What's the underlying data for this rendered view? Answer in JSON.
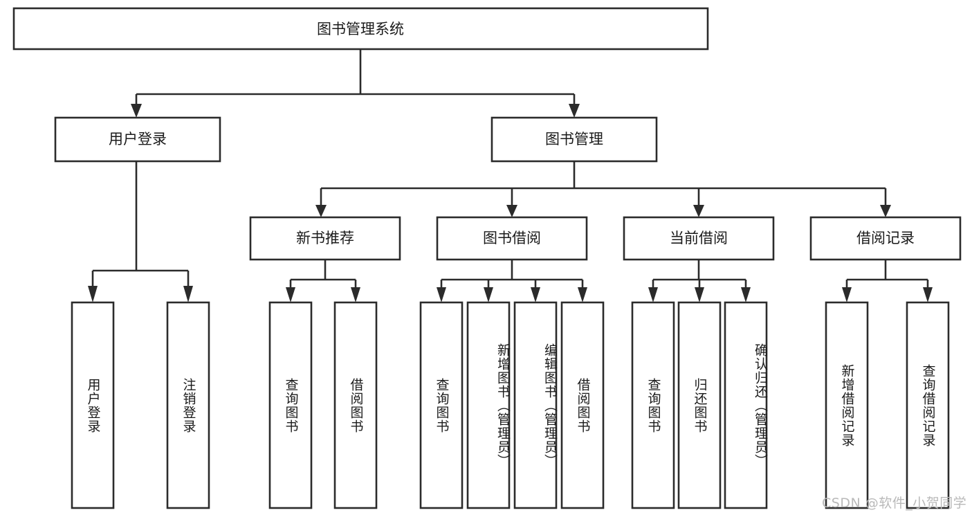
{
  "diagram": {
    "type": "tree-hierarchy",
    "title": "图书管理系统",
    "root": {
      "id": "root",
      "label": "图书管理系统",
      "orientation": "horizontal"
    },
    "level1": [
      {
        "id": "user-login",
        "label": "用户登录",
        "orientation": "horizontal"
      },
      {
        "id": "book-manage",
        "label": "图书管理",
        "orientation": "horizontal"
      }
    ],
    "level2": [
      {
        "id": "new-book-recommend",
        "label": "新书推荐",
        "parent": "book-manage",
        "orientation": "horizontal"
      },
      {
        "id": "book-borrow",
        "label": "图书借阅",
        "parent": "book-manage",
        "orientation": "horizontal"
      },
      {
        "id": "current-borrow",
        "label": "当前借阅",
        "parent": "book-manage",
        "orientation": "horizontal"
      },
      {
        "id": "borrow-record",
        "label": "借阅记录",
        "parent": "book-manage",
        "orientation": "horizontal"
      }
    ],
    "leaves": [
      {
        "id": "leaf-user-login",
        "label": "用户登录",
        "parent": "user-login",
        "orientation": "vertical"
      },
      {
        "id": "leaf-user-logout",
        "label": "注销登录",
        "parent": "user-login",
        "orientation": "vertical"
      },
      {
        "id": "leaf-query-book-1",
        "label": "查询图书",
        "parent": "new-book-recommend",
        "orientation": "vertical"
      },
      {
        "id": "leaf-borrow-book-1",
        "label": "借阅图书",
        "parent": "new-book-recommend",
        "orientation": "vertical"
      },
      {
        "id": "leaf-query-book-2",
        "label": "查询图书",
        "parent": "book-borrow",
        "orientation": "vertical"
      },
      {
        "id": "leaf-add-book",
        "label": "新增图书（管理员）",
        "parent": "book-borrow",
        "orientation": "vertical"
      },
      {
        "id": "leaf-edit-book",
        "label": "编辑图书（管理员）",
        "parent": "book-borrow",
        "orientation": "vertical"
      },
      {
        "id": "leaf-borrow-book-2",
        "label": "借阅图书",
        "parent": "book-borrow",
        "orientation": "vertical"
      },
      {
        "id": "leaf-query-book-3",
        "label": "查询图书",
        "parent": "current-borrow",
        "orientation": "vertical"
      },
      {
        "id": "leaf-return-book",
        "label": "归还图书",
        "parent": "current-borrow",
        "orientation": "vertical"
      },
      {
        "id": "leaf-confirm-return",
        "label": "确认归还（管理员）",
        "parent": "current-borrow",
        "orientation": "vertical"
      },
      {
        "id": "leaf-add-record",
        "label": "新增借阅记录",
        "parent": "borrow-record",
        "orientation": "vertical"
      },
      {
        "id": "leaf-query-record",
        "label": "查询借阅记录",
        "parent": "borrow-record",
        "orientation": "vertical"
      }
    ],
    "watermark": "CSDN @软件_小贺同学",
    "colors": {
      "stroke": "#2b2b2b",
      "fill": "#ffffff",
      "text": "#1a1a1a",
      "watermark": "#b9b9b9"
    }
  }
}
